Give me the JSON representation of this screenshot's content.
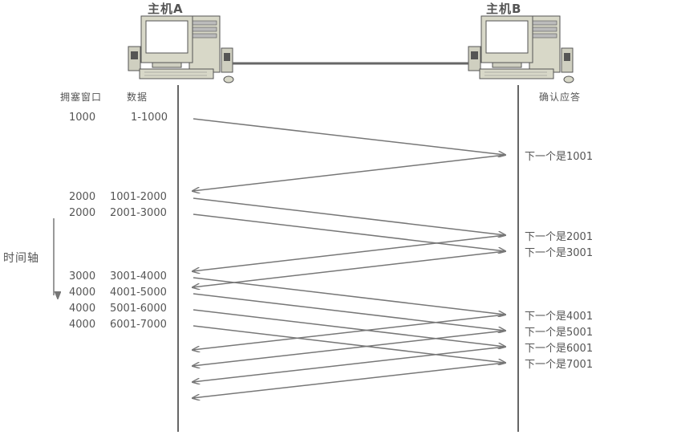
{
  "host_a": {
    "title": "主机A"
  },
  "host_b": {
    "title": "主机B"
  },
  "headers": {
    "cwnd": "拥塞窗口",
    "data": "数据",
    "ack": "确认应答"
  },
  "time_axis_label": "时间轴",
  "sends": [
    {
      "cwnd": "1000",
      "data": "1-1000"
    },
    {
      "cwnd": "2000",
      "data": "1001-2000"
    },
    {
      "cwnd": "2000",
      "data": "2001-3000"
    },
    {
      "cwnd": "3000",
      "data": "3001-4000"
    },
    {
      "cwnd": "4000",
      "data": "4001-5000"
    },
    {
      "cwnd": "4000",
      "data": "5001-6000"
    },
    {
      "cwnd": "4000",
      "data": "6001-7000"
    }
  ],
  "acks": [
    "下一个是1001",
    "下一个是2001",
    "下一个是3001",
    "下一个是4001",
    "下一个是5001",
    "下一个是6001",
    "下一个是7001"
  ],
  "colors": {
    "line": "#666666",
    "arrow": "#777777",
    "text": "#555555",
    "computer_body": "#d8d8c8",
    "screen": "#ffffff"
  }
}
